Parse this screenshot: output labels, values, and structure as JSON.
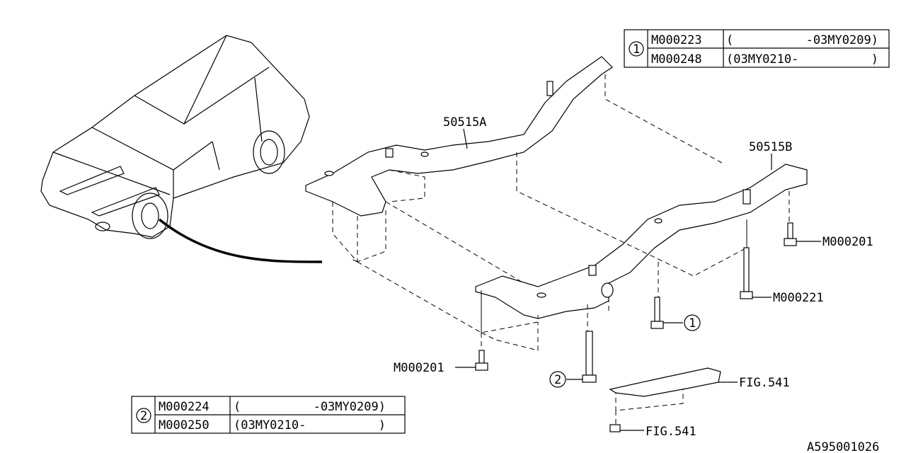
{
  "table1": {
    "ref": "1",
    "rows": [
      {
        "part": "M000223",
        "range": "(          -03MY0209)"
      },
      {
        "part": "M000248",
        "range": "(03MY0210-          )"
      }
    ]
  },
  "table2": {
    "ref": "2",
    "rows": [
      {
        "part": "M000224",
        "range": "(          -03MY0209)"
      },
      {
        "part": "M000250",
        "range": "(03MY0210-          )"
      }
    ]
  },
  "labels": {
    "frame_a": "50515A",
    "frame_b": "50515B",
    "bolt_right_top": "M000201",
    "bolt_right_long": "M000221",
    "ref1": "1",
    "bolt_left": "M000201",
    "ref2": "2",
    "fig_upper": "FIG.541",
    "fig_lower": "FIG.541"
  },
  "diagram_id": "A595001026"
}
